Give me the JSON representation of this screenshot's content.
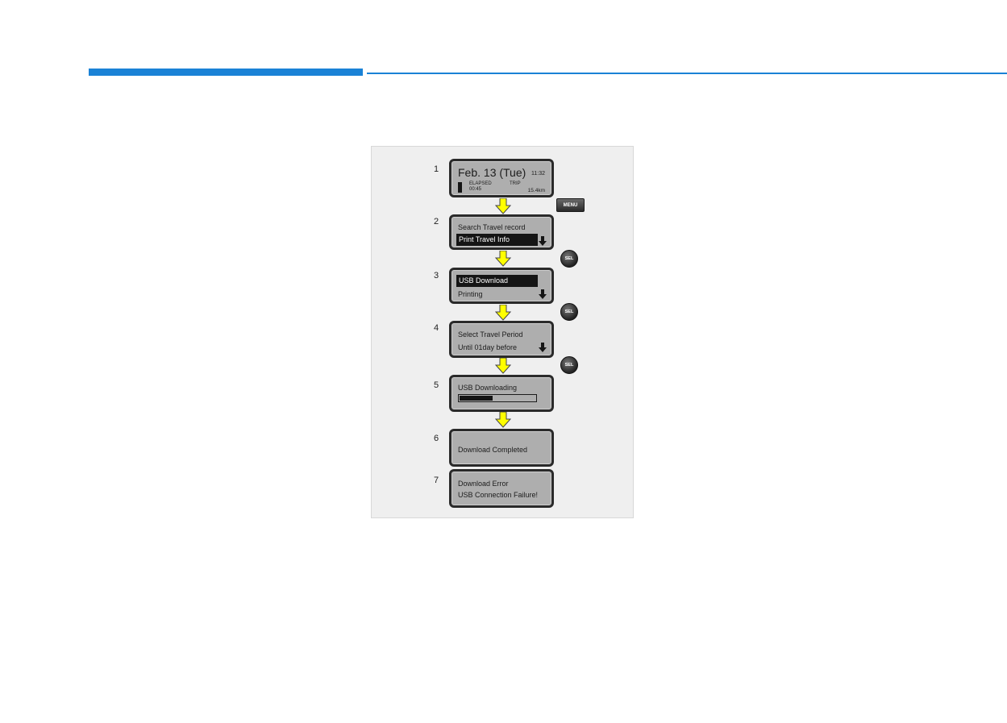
{
  "steps": [
    {
      "number": "1",
      "date": "Feb. 13 (Tue)",
      "time": "11:32",
      "elapsed_label": "ELAPSED",
      "elapsed_value": "00:45",
      "trip_label": "TRIP",
      "trip_value": "15.4km"
    },
    {
      "number": "2",
      "line1": "Search Travel record",
      "line2": "Print Travel Info",
      "highlighted": 2
    },
    {
      "number": "3",
      "line1": "USB Download",
      "line2": "Printing",
      "highlighted": 1
    },
    {
      "number": "4",
      "line1": "Select Travel Period",
      "line2": "Until 01day before"
    },
    {
      "number": "5",
      "line1": "USB Downloading",
      "progress": 0.45
    },
    {
      "number": "6",
      "line1": "Download Completed"
    },
    {
      "number": "7",
      "line1": "Download Error",
      "line2": "USB Connection Failure!"
    }
  ],
  "buttons": {
    "menu_label": "MENU",
    "sel_label": "SEL"
  },
  "colors": {
    "accent": "#1a82d6",
    "lcd": "#aeaeae",
    "flow_arrow": "#ffff00"
  },
  "icons": {
    "flow": "down-arrow-icon",
    "scroll": "scroll-down-icon"
  }
}
